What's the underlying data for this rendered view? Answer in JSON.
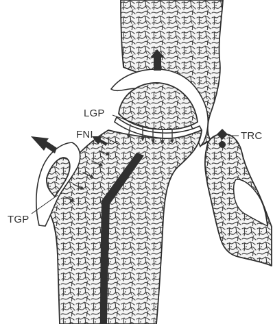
{
  "labels": {
    "lgp": "LGP",
    "fni": "FNI",
    "trc": "TRC",
    "tgp": "TGP"
  }
}
